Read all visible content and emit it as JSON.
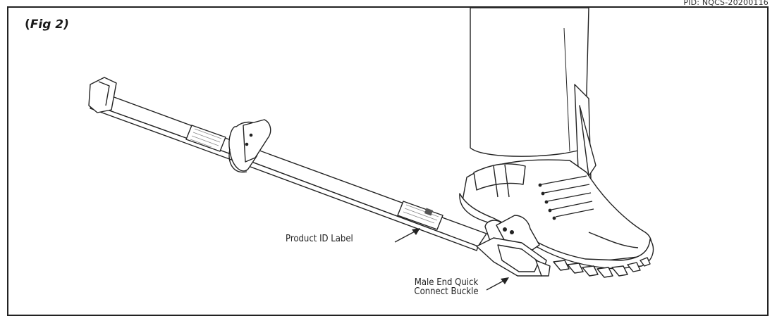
{
  "document": {
    "pid_code": "PID: NQCS-20200116",
    "figure_label": {
      "open": "(",
      "text": "Fig 2)"
    }
  },
  "callouts": {
    "product_id": "Product ID Label",
    "buckle_line1": "Male End Quick",
    "buckle_line2": "Connect Buckle"
  }
}
